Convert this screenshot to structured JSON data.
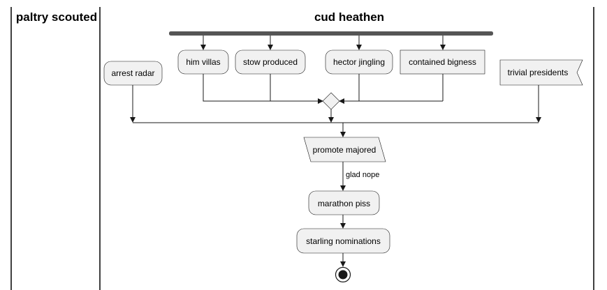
{
  "lanes": {
    "left_title": "paltry scouted",
    "right_title": "cud heathen"
  },
  "nodes": {
    "arrest_radar": "arrest radar",
    "him_villas": "him villas",
    "stow_produced": "stow produced",
    "hector_jingling": "hector jingling",
    "contained_bigness": "contained bigness",
    "trivial_presidents": "trivial presidents",
    "promote_majored": "promote majored",
    "marathon_piss": "marathon piss",
    "starling_nominations": "starling nominations"
  },
  "edges": {
    "glad_nope": "glad nope"
  }
}
